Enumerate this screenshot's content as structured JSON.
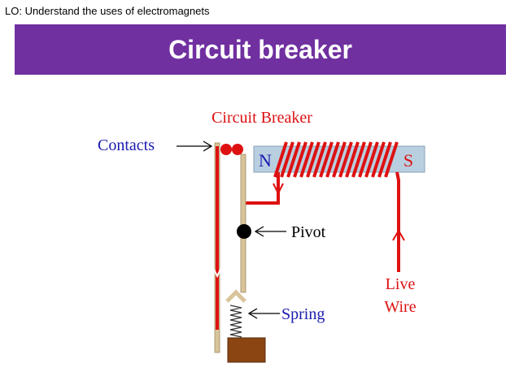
{
  "slide": {
    "learning_objective": "LO: Understand the uses of electromagnets",
    "title": "Circuit breaker"
  },
  "diagram": {
    "title": "Circuit Breaker",
    "labels": {
      "contacts": "Contacts",
      "pivot": "Pivot",
      "spring": "Spring",
      "live_line1": "Live",
      "live_line2": "Wire",
      "north": "N",
      "south": "S"
    }
  },
  "colors": {
    "banner": "#7030a0",
    "wire": "#dd1111",
    "label_blue": "#1a1ab0",
    "magnet": "#b8cfe0",
    "pivot_rod": "#d8c49a",
    "base": "#8b4513"
  }
}
